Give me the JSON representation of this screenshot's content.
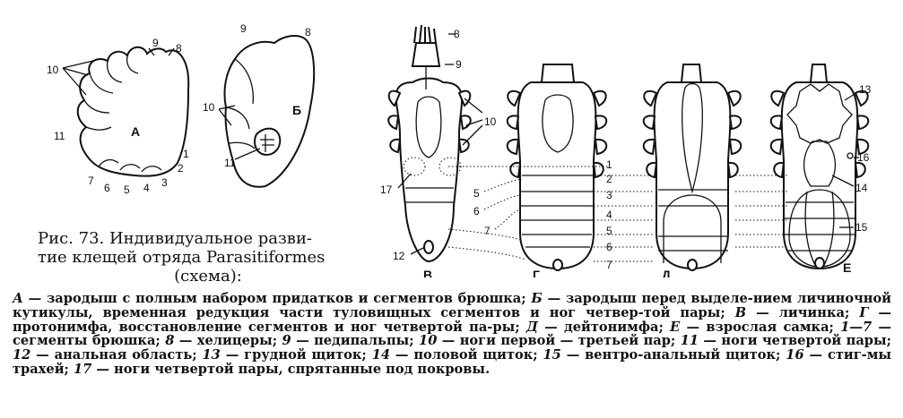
{
  "figure": {
    "labels": {
      "A": "А",
      "B": "Б",
      "V": "В",
      "G": "Г",
      "D": "Д",
      "E": "Е",
      "n1": "1",
      "n2": "2",
      "n3": "3",
      "n4": "4",
      "n5": "5",
      "n6": "6",
      "n7": "7",
      "n8": "8",
      "n9": "9",
      "n10": "10",
      "n11": "11",
      "n12": "12",
      "n13": "13",
      "n14": "14",
      "n15": "15",
      "n16": "16",
      "n17": "17"
    }
  },
  "caption": {
    "line1": "Рис. 73. Индивидуальное разви-",
    "line2": "тие клещей отряда Parasitiformes",
    "line3": "(схема):"
  },
  "legend": {
    "A_key": "А",
    "A_text": " — зародыш с полным набором придатков и сегментов брюшка; ",
    "B_key": "Б",
    "B_text": " — зародыш перед выделе-нием личиночной кутикулы, временная редукция части туловищных сегментов и ног четвер-той пары; ",
    "V_key": "В",
    "V_text": " — личинка; ",
    "G_key": "Г",
    "G_text": " — протонимфа, восстановление сегментов и ног четвертой па-ры; ",
    "D_key": "Д",
    "D_text": " — дейтонимфа; ",
    "E_key": "Е",
    "E_text": " — взрослая самка; ",
    "k1_7": "1—7",
    "t1_7": " — сегменты брюшка; ",
    "k8": "8",
    "t8": " — хелицеры; ",
    "k9": "9",
    "t9": " — педипальпы; ",
    "k10": "10",
    "t10": " — ноги первой — третьей пар; ",
    "k11": "11",
    "t11": " — ноги четвертой пары; ",
    "k12": "12",
    "t12": " — анальная область; ",
    "k13": "13",
    "t13": " — грудной щиток; ",
    "k14": "14",
    "t14": " — половой щиток; ",
    "k15": "15",
    "t15": " — вентро-анальный щиток; ",
    "k16": "16",
    "t16": " — стиг-мы трахей; ",
    "k17": "17",
    "t17": " — ноги четвертой пары, спрятанные под покровы."
  }
}
